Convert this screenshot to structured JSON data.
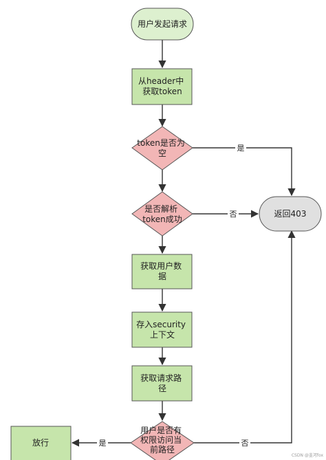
{
  "colors": {
    "start": "#ddf0cf",
    "process": "#c6e5ab",
    "decision": "#f2b6b6",
    "end": "#e0e0e0",
    "node_border": "#555555",
    "edge": "#333333"
  },
  "nodes": {
    "start": {
      "lines": [
        "用户发起请求"
      ]
    },
    "get_token": {
      "lines": [
        "从header中",
        "获取token"
      ]
    },
    "token_empty": {
      "lines": [
        "token是否为",
        "空"
      ]
    },
    "parse_token": {
      "lines": [
        "是否解析",
        "token成功"
      ]
    },
    "return_403": {
      "lines": [
        "返回403"
      ]
    },
    "get_user": {
      "lines": [
        "获取用户数",
        "据"
      ]
    },
    "store_security": {
      "lines": [
        "存入security",
        "上下文"
      ]
    },
    "get_path": {
      "lines": [
        "获取请求路",
        "径"
      ]
    },
    "check_permission": {
      "lines": [
        "用户是否有",
        "权限访问当",
        "前路径"
      ]
    },
    "allow": {
      "lines": [
        "放行"
      ]
    }
  },
  "edge_labels": {
    "token_empty_yes": "是",
    "parse_token_no": "否",
    "permission_yes": "是",
    "permission_no": "否"
  },
  "watermark": "CSDN @韭河fox"
}
